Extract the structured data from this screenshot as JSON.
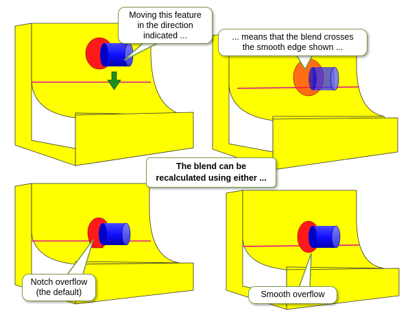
{
  "callouts": {
    "move_feature_1": "Moving this feature",
    "move_feature_2": "in the direction",
    "move_feature_3": "indicated ...",
    "crosses_edge_1": "... means that the blend crosses",
    "crosses_edge_2": "the smooth edge shown ...",
    "center_1": "The blend can be",
    "center_2": "recalculated using either ...",
    "notch_1": "Notch overflow",
    "notch_2": "(the default)",
    "smooth": "Smooth overflow"
  },
  "colors": {
    "face": "#ffff00",
    "edge_line": "#e0148c",
    "boss": "#1a1aff",
    "blend": "#ff1a1a",
    "arrow": "#1e8c1e"
  }
}
